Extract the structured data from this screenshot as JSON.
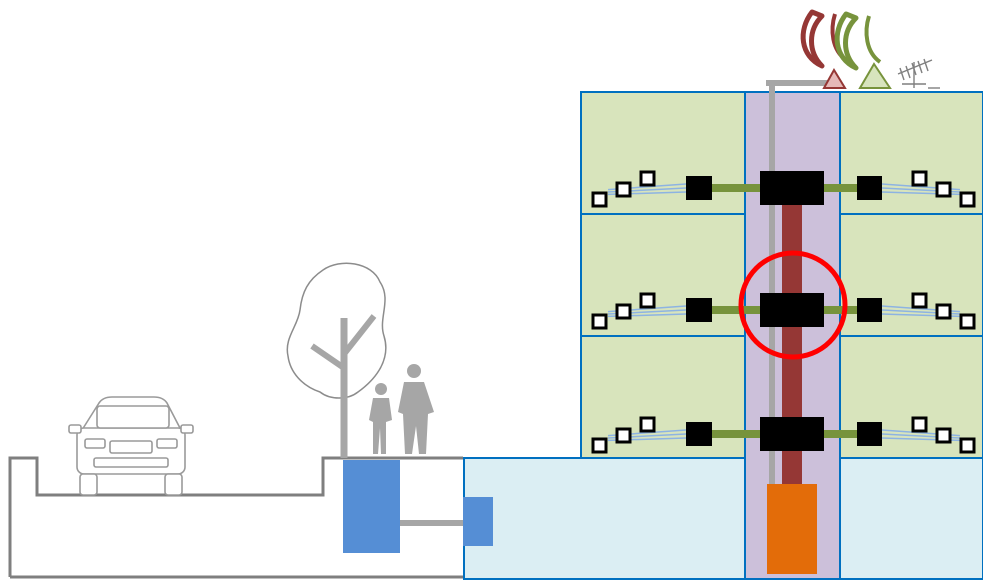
{
  "colors": {
    "apartment_fill": "#d8e4bc",
    "basement_fill": "#dbeef3",
    "shaft_fill": "#ccc0da",
    "frame_stroke": "#0070c0",
    "riser": "#953735",
    "floor_link": "#77933c",
    "in_house_cable": "#8db3e2",
    "street_chamber": "#558ed5",
    "entry_box": "#558ed5",
    "distribution_point": "#e36c09",
    "duct": "#a6a6a6",
    "highlight_ring": "#ff0000",
    "dish_red": "#953735",
    "dish_green": "#77933c"
  },
  "floors": [
    "top-floor",
    "middle-floor",
    "ground-floor"
  ],
  "highlight": {
    "floor": "middle-floor",
    "target": "floor-distribution-box"
  },
  "icons": {
    "car": "car-icon",
    "tree": "tree-icon",
    "pedestrians": "pedestrians-icon",
    "satellite_dish_red": "satellite-dish-icon",
    "satellite_dish_green": "satellite-dish-icon",
    "tv_antenna": "tv-antenna-icon",
    "socket": "socket-icon"
  }
}
